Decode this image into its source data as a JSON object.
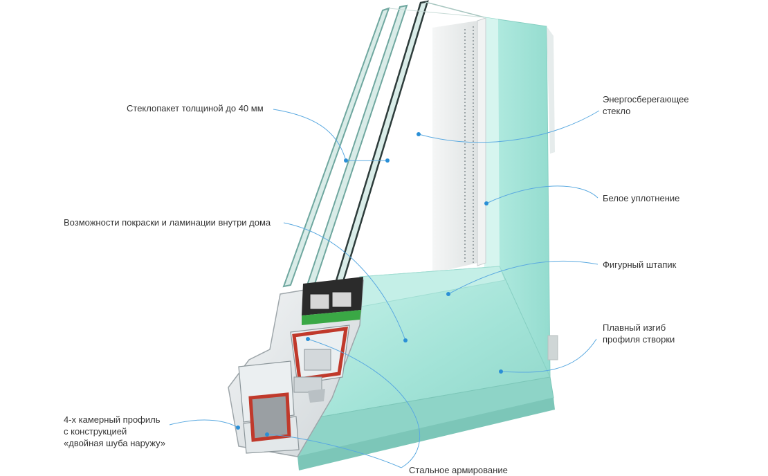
{
  "labels": {
    "glass_unit": "Стеклопакет толщиной до 40 мм",
    "painting": "Возможности покраски и ламинации внутри дома",
    "chamber_profile": [
      "4-х камерный профиль",
      "с конструкцией",
      "«двойная шуба наружу»"
    ],
    "steel": "Стальное армирование",
    "energy_glass": [
      "Энергосберегающее",
      "стекло"
    ],
    "white_seal": "Белое уплотнение",
    "bead": "Фигурный штапик",
    "bend": [
      "Плавный изгиб",
      "профиля створки"
    ]
  },
  "colors": {
    "accent": "#2a8fd6",
    "frame": "#a8e6dc",
    "frame_dark": "#7fcfc2",
    "pvc": "#e8ecee",
    "steel": "#c0392b",
    "seal_green": "#3aa845",
    "glass_edge": "#6fa79f"
  }
}
